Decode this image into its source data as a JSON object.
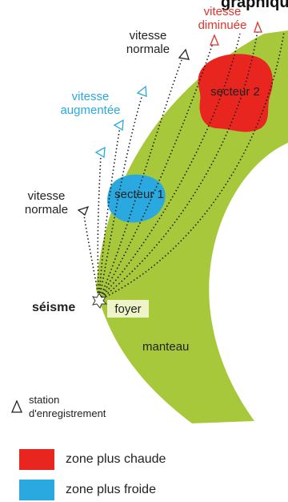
{
  "cropped_top_text": "graphique",
  "labels": {
    "speed_decreased": [
      "vitesse",
      "diminuée"
    ],
    "speed_normal_top": [
      "vitesse",
      "normale"
    ],
    "speed_increased": [
      "vitesse",
      "augmentée"
    ],
    "speed_normal_left": [
      "vitesse",
      "normale"
    ],
    "sector1": "secteur 1",
    "sector2": "secteur 2",
    "earthquake": "séisme",
    "focus": "foyer",
    "mantle": "manteau"
  },
  "legend": {
    "station": [
      "station",
      "d'enregistrement"
    ],
    "items": [
      {
        "label": "zone plus chaude",
        "color": "#e8251e"
      },
      {
        "label": "zone plus froide",
        "color": "#29a9df"
      }
    ]
  },
  "colors": {
    "mantle": "#a6c83a",
    "hot": "#e8251e",
    "cold": "#29a9df",
    "ray": "#1a1a1a"
  }
}
